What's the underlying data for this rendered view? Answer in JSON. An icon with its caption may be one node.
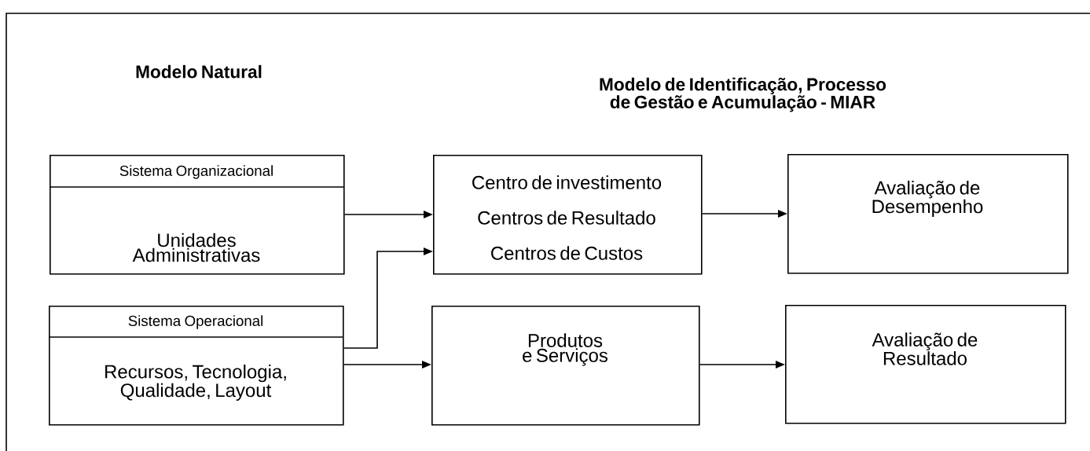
{
  "diagram": {
    "nodes": [
      {
        "text": [
          "Sistema Organizacional",
          "Unidades Administrativas"
        ]
      },
      {
        "text": [
          "Sistema Operacional",
          "Recursos, Tecnologia, Qualidade, Layout"
        ]
      },
      {
        "text": [
          "Centro de investimento",
          "Centros de Resultado",
          "Centros de Custos"
        ]
      },
      {
        "text": [
          "Avaliação de Desempenho"
        ]
      },
      {
        "text": [
          "Produtos e Serviços"
        ]
      },
      {
        "text": [
          "Avaliação de Resultado"
        ]
      }
    ],
    "edges": [
      {
        "from": 0,
        "to": 2,
        "arrow": "to"
      },
      {
        "from": 1,
        "to": 2,
        "arrow": "to"
      },
      {
        "from": 1,
        "to": 4,
        "arrow": "to"
      },
      {
        "from": 2,
        "to": 3,
        "arrow": "to"
      },
      {
        "from": 4,
        "to": 5,
        "arrow": "to"
      }
    ],
    "labels": [
      "Modelo Natural",
      "Modelo de Identificação, Processo de Gestão e Acumulação - MIAR"
    ]
  }
}
